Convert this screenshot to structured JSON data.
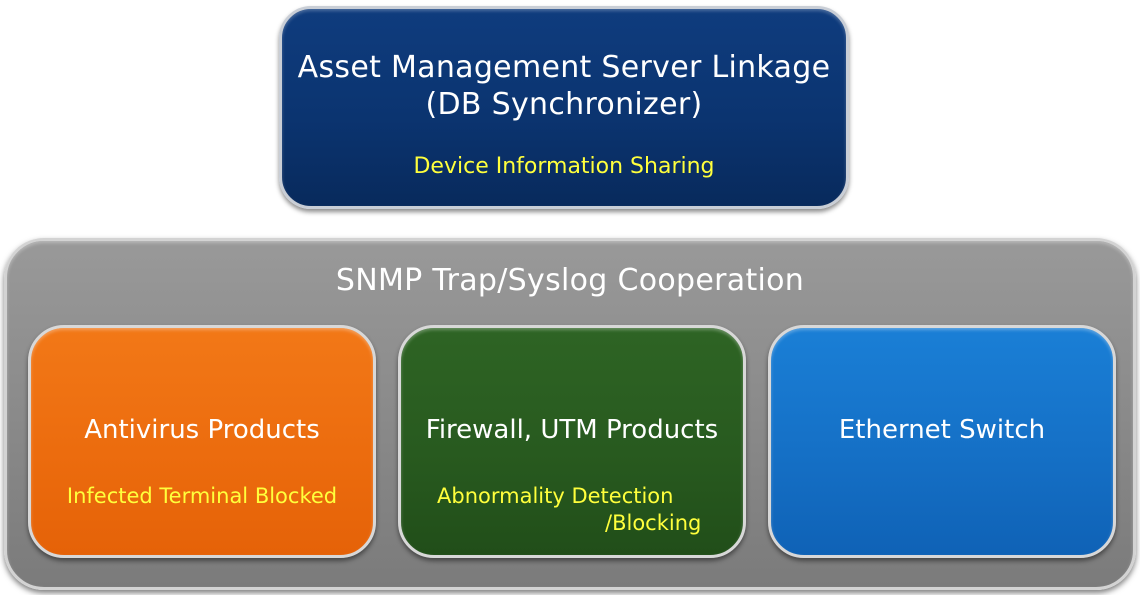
{
  "top": {
    "title_line1": "Asset Management Server Linkage",
    "title_line2": "(DB Synchronizer)",
    "subtitle": "Device Information Sharing",
    "color": "#0b3470"
  },
  "outer": {
    "title": "SNMP Trap/Syslog Cooperation",
    "color": "#8a8a8a"
  },
  "products": [
    {
      "title": "Antivirus Products",
      "note": "Infected Terminal Blocked",
      "color": "#ec6c0e"
    },
    {
      "title": "Firewall, UTM Products",
      "note_line1": "Abnormality Detection",
      "note_line2": "/Blocking",
      "color": "#285a1f"
    },
    {
      "title": "Ethernet Switch",
      "color": "#1570c6"
    }
  ],
  "note_color": "#ffff3c"
}
